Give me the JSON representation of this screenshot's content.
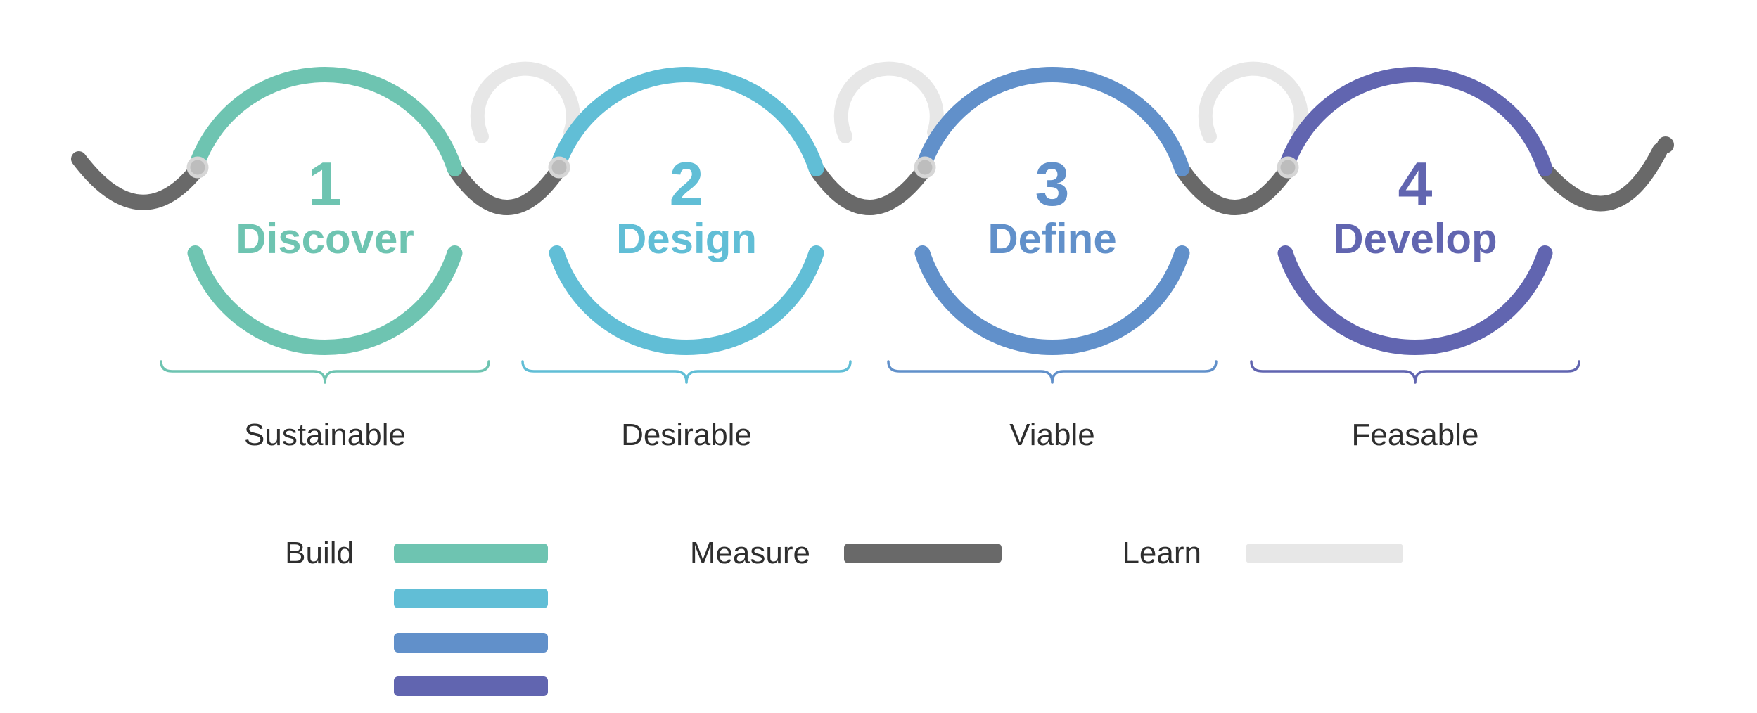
{
  "stages": [
    {
      "number": "1",
      "name": "Discover",
      "quality": "Sustainable",
      "color": "#6ec4b1"
    },
    {
      "number": "2",
      "name": "Design",
      "quality": "Desirable",
      "color": "#61bed6"
    },
    {
      "number": "3",
      "name": "Define",
      "quality": "Viable",
      "color": "#6190ca"
    },
    {
      "number": "4",
      "name": "Develop",
      "quality": "Feasable",
      "color": "#6165b0"
    }
  ],
  "legend": {
    "build": {
      "label": "Build"
    },
    "measure": {
      "label": "Measure"
    },
    "learn": {
      "label": "Learn"
    }
  },
  "colors": {
    "measure": "#696969",
    "learn": "#e7e7e7",
    "dot_fill": "#bdbdbd",
    "dot_ring": "#d6d6d6",
    "end_dot": "#696969",
    "text": "#2e2e2e"
  }
}
